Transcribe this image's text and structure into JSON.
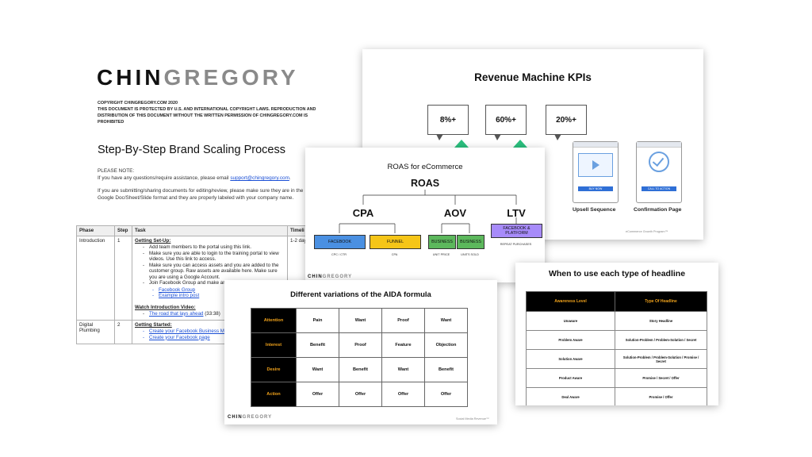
{
  "document": {
    "logo_dark": "CHIN",
    "logo_light": "GREGORY",
    "copyright": "COPYRIGHT CHINGREGORY.COM 2020\nTHIS DOCUMENT IS PROTECTED BY U.S. AND INTERNATIONAL COPYRIGHT LAWS. REPRODUCTION AND DISTRIBUTION OF THIS DOCUMENT WITHOUT THE WRITTEN PERMISSION OF CHINGREGORY.COM IS PROHIBITED",
    "title": "Step-By-Step Brand Scaling Process",
    "note_label": "PLEASE NOTE:",
    "note_line1": "If you have any questions/require assistance, please email",
    "support_email": "support@chingregory.com",
    "note_line1_end": ".",
    "note_line2": "If you are submitting/sharing documents for editing/review, please make sure they are in the Google Doc/Sheet/Slide format and they are properly labeled with your company name.",
    "table": {
      "headers": [
        "Phase",
        "Step",
        "Task",
        "Timeli"
      ],
      "rows": [
        {
          "phase": "Introduction",
          "step": "1",
          "heading": "Getting Set-Up:",
          "items": [
            "Add team members to the portal using this link.",
            "Make sure you are able to login to the training portal to view videos. Use this link to access.",
            "Make sure you can access assets and you are added to the customer group. Raw assets are available here. Make sure you are using a Google Account.",
            "Join Facebook Group and make an"
          ],
          "subitems": [
            "Facebook Group",
            "Example intro post"
          ],
          "heading2": "Watch Introduction Video:",
          "video_link": "The road that lays ahead",
          "video_time": "(33:38)",
          "timeline": "1-2 day"
        },
        {
          "phase": "Digital Plumbing",
          "step": "2",
          "heading": "Getting Started:",
          "items": [
            "Create your Facebook Business Ma",
            "Create your Facebook page"
          ],
          "timeline": ""
        }
      ]
    }
  },
  "kpi_slide": {
    "title": "Revenue Machine KPIs",
    "bubbles": [
      "8%+",
      "60%+",
      "20%+"
    ],
    "steps": [
      "Upsell Sequence",
      "Confirmation Page"
    ],
    "buttons": [
      "BUY NOW",
      "CALL TO ACTION"
    ],
    "footer": "eCommerce Growth Program™"
  },
  "roas_slide": {
    "title": "ROAS for eCommerce",
    "root": "ROAS",
    "metrics": [
      "CPA",
      "AOV",
      "LTV"
    ],
    "boxes": [
      {
        "label": "FACEBOOK",
        "caption": "CPC / CTR",
        "color": "#4a90e2"
      },
      {
        "label": "FUNNEL",
        "caption": "CPA",
        "color": "#f5c518"
      },
      {
        "label": "BUSINESS",
        "caption": "UNIT PRICE",
        "color": "#5cb85c"
      },
      {
        "label": "BUSINESS",
        "caption": "UNITS SOLD",
        "color": "#5cb85c"
      },
      {
        "label": "FACEBOOK & PLATFORM",
        "caption": "REPEAT PURCHASES",
        "color": "#a78bfa"
      }
    ],
    "footer_dark": "CHIN",
    "footer_light": "GREGORY"
  },
  "aida_slide": {
    "title": "Different variations of the AIDA formula",
    "rows": [
      {
        "label": "Attention",
        "values": [
          "Pain",
          "Want",
          "Proof",
          "Want"
        ]
      },
      {
        "label": "Interest",
        "values": [
          "Benefit",
          "Proof",
          "Feature",
          "Objection"
        ]
      },
      {
        "label": "Desire",
        "values": [
          "Want",
          "Benefit",
          "Want",
          "Benefit"
        ]
      },
      {
        "label": "Action",
        "values": [
          "Offer",
          "Offer",
          "Offer",
          "Offer"
        ]
      }
    ],
    "footer_dark": "CHIN",
    "footer_light": "GREGORY",
    "footer_right": "Social Media Revenue™"
  },
  "headline_slide": {
    "title": "When to use each type of headline",
    "headers": [
      "Awareness Level",
      "Type Of Headline"
    ],
    "rows": [
      [
        "Unaware",
        "Story Headline"
      ],
      [
        "Problem Aware",
        "Solution-Problem / Problem-Solution / Secret"
      ],
      [
        "Solution Aware",
        "Solution-Problem / Problem-Solution / Promise / Secret"
      ],
      [
        "Product Aware",
        "Promise / Secret / Offer"
      ],
      [
        "Deal Aware",
        "Promise / Offer"
      ]
    ]
  }
}
